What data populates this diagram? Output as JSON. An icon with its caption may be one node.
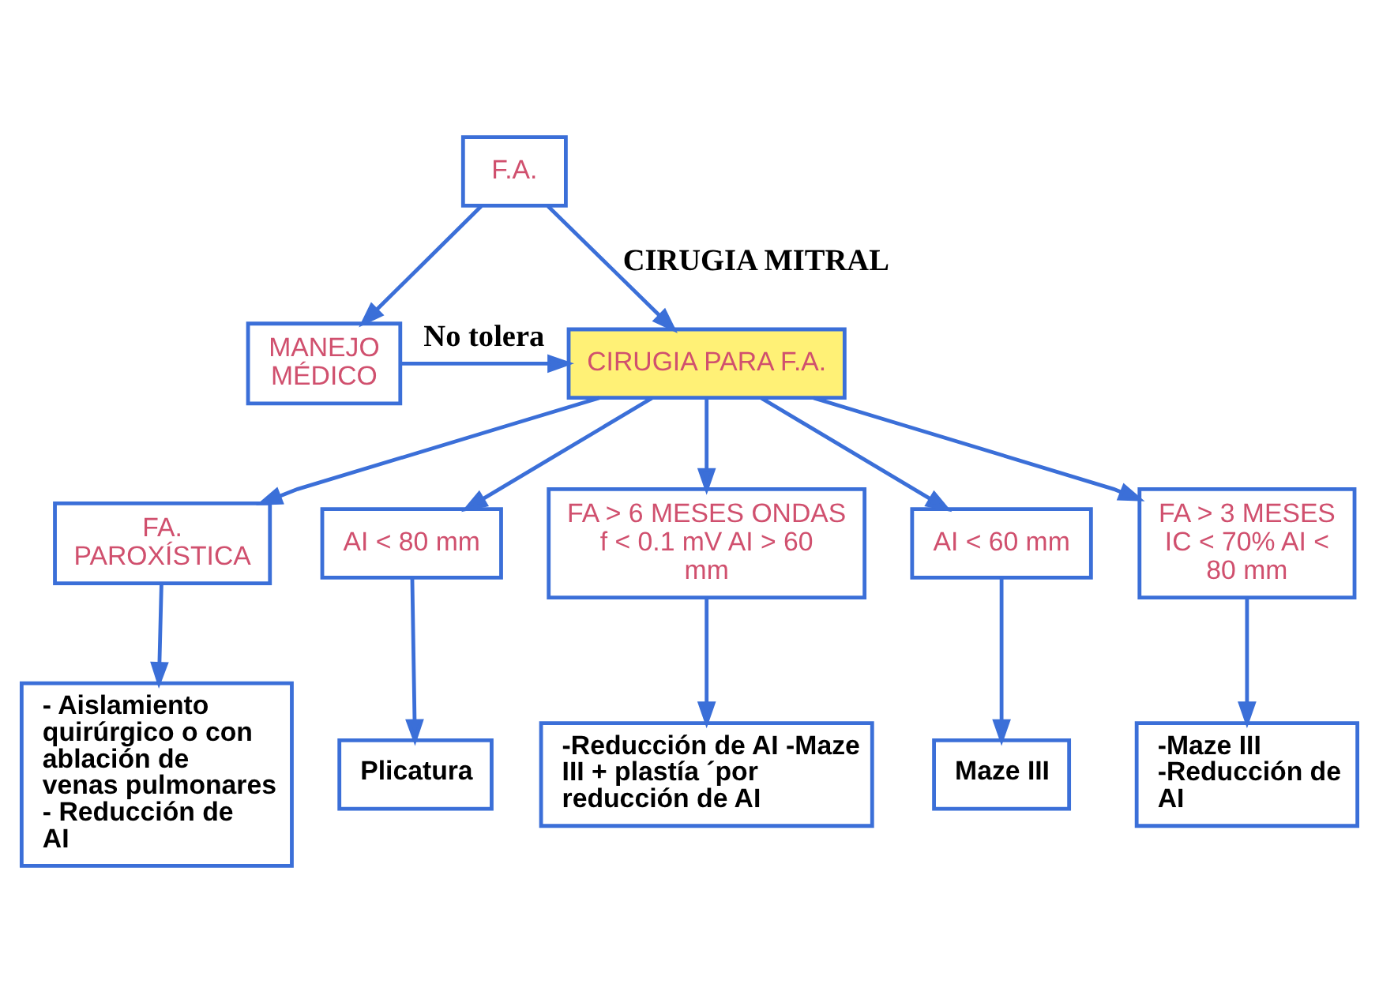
{
  "diagram": {
    "nodes": [
      {
        "text": [
          "F.A."
        ]
      },
      {
        "text": [
          "MANEJO MÉDICO"
        ]
      },
      {
        "text": [
          "CIRUGIA PARA F.A."
        ]
      },
      {
        "text": [
          "FA. PAROXÍSTICA"
        ]
      },
      {
        "text": [
          "AI < 80 mm"
        ]
      },
      {
        "text": [
          "FA > 6 MESES ONDAS f < 0.1 mV AI > 60 mm"
        ]
      },
      {
        "text": [
          "AI < 60 mm"
        ]
      },
      {
        "text": [
          "FA > 3 MESES IC < 70% AI < 80 mm"
        ]
      },
      {
        "text": [
          "- Aislamiento quirúrgico o con ablación de venas pulmonares - Reducción de AI"
        ]
      },
      {
        "text": [
          "Plicatura"
        ]
      },
      {
        "text": [
          "-Reducción de AI -Maze III + plastía ´por reducción de AI"
        ]
      },
      {
        "text": [
          "Maze III"
        ]
      },
      {
        "text": [
          "-Maze III -Reducción de AI"
        ]
      }
    ],
    "edges": [
      {
        "from": 0,
        "to": 1,
        "arrow": "to"
      },
      {
        "from": 0,
        "to": 2,
        "arrow": "to",
        "label": "CIRUGIA MITRAL"
      },
      {
        "from": 1,
        "to": 2,
        "arrow": "to",
        "label": "No tolera"
      },
      {
        "from": 2,
        "to": 3,
        "arrow": "to"
      },
      {
        "from": 2,
        "to": 4,
        "arrow": "to"
      },
      {
        "from": 2,
        "to": 5,
        "arrow": "to"
      },
      {
        "from": 2,
        "to": 6,
        "arrow": "to"
      },
      {
        "from": 2,
        "to": 7,
        "arrow": "to"
      },
      {
        "from": 3,
        "to": 8,
        "arrow": "to"
      },
      {
        "from": 4,
        "to": 9,
        "arrow": "to"
      },
      {
        "from": 5,
        "to": 10,
        "arrow": "to"
      },
      {
        "from": 6,
        "to": 11,
        "arrow": "to"
      },
      {
        "from": 7,
        "to": 12,
        "arrow": "to"
      }
    ]
  }
}
